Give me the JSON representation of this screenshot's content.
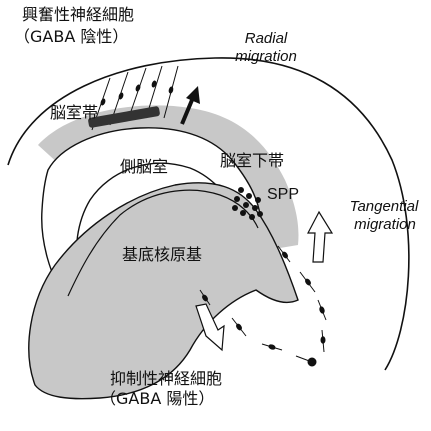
{
  "labels": {
    "excitatory_line1": "興奮性神経細胞",
    "excitatory_line2": "（GABA 陰性）",
    "radial_line1": "Radial",
    "radial_line2": "migration",
    "ventricular_zone": "脳室帯",
    "lateral_ventricle": "側脳室",
    "subventricular_zone": "脳室下帯",
    "spp": "SPP",
    "tangential_line1": "Tangential",
    "tangential_line2": "migration",
    "basal_ganglia": "基底核原基",
    "inhibitory_line1": "抑制性神経細胞",
    "inhibitory_line2": "（GABA 陽性）"
  },
  "colors": {
    "tissue_gray": "#c8c8c8",
    "ink": "#111111"
  }
}
